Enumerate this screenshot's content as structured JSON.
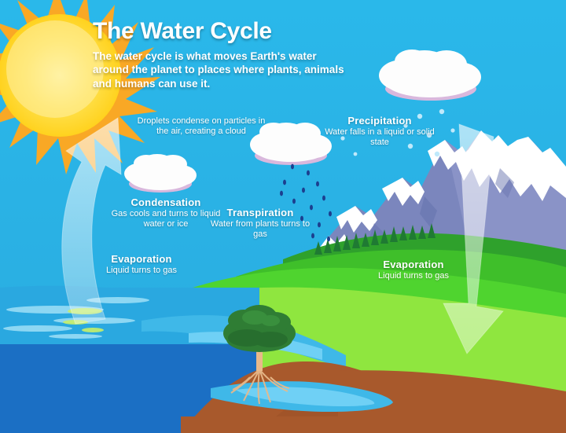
{
  "poster": {
    "title": "The Water Cycle",
    "subtitle": "The water cycle is what moves Earth's water around the planet to places where plants, animals and humans can use it."
  },
  "labels": [
    {
      "id": "droplets",
      "heading": "",
      "body": "Droplets condense on particles in the air, creating a cloud"
    },
    {
      "id": "condensation",
      "heading": "Condensation",
      "body": "Gas cools and turns to liquid water or ice"
    },
    {
      "id": "transpiration",
      "heading": "Transpiration",
      "body": "Water from plants turns to gas"
    },
    {
      "id": "precipitation",
      "heading": "Precipitation",
      "body": "Water falls in a liquid or solid state"
    },
    {
      "id": "evaporation_left",
      "heading": "Evaporation",
      "body": "Liquid turns to gas"
    },
    {
      "id": "evaporation_right",
      "heading": "Evaporation",
      "body": "Liquid turns to gas"
    }
  ],
  "colors": {
    "sky": "#29b6e8",
    "sky_lower": "#2badde",
    "sun_core": "#ffe14d",
    "sun_mid": "#ffd21e",
    "sun_rays": "#f9a825",
    "cloud_white": "#fdfdfd",
    "cloud_shadow": "#d9b8dd",
    "raindrop": "#1c3f8f",
    "snow_dot": "#bfe9fb",
    "mountain_rock": "#7b86bd",
    "mountain_rock_dark": "#6a76b0",
    "mountain_snow": "#ffffff",
    "grass_dark": "#2fa12c",
    "grass_mid": "#3fbf2a",
    "grass_light": "#8fe63f",
    "pine": "#1f7a33",
    "tree_canopy": "#2f7d34",
    "tree_canopy_dark": "#256a2c",
    "tree_trunk": "#e8b98a",
    "soil": "#a8592c",
    "soil_dark": "#8e4a23",
    "water_surface": "#2aa8e0",
    "water_deep": "#1b6fc4",
    "water_light": "#6fd0f5",
    "arrow_fill": "#d7f0fb",
    "text_white": "#ffffff"
  },
  "scene_elements": {
    "sun": "sun-icon",
    "clouds": [
      "cloud-left-icon",
      "cloud-center-icon",
      "cloud-top-right-icon"
    ],
    "arrow_up": "evaporation-arrow-up",
    "arrow_down": "precipitation-arrow-down",
    "mountain": "mountain-range",
    "tree": "tree-icon",
    "pines": "pine-trees",
    "ocean": "ocean-water",
    "groundwater": "groundwater-pocket",
    "raindrops": "raindrops",
    "snow_dots": "snow-dots"
  }
}
